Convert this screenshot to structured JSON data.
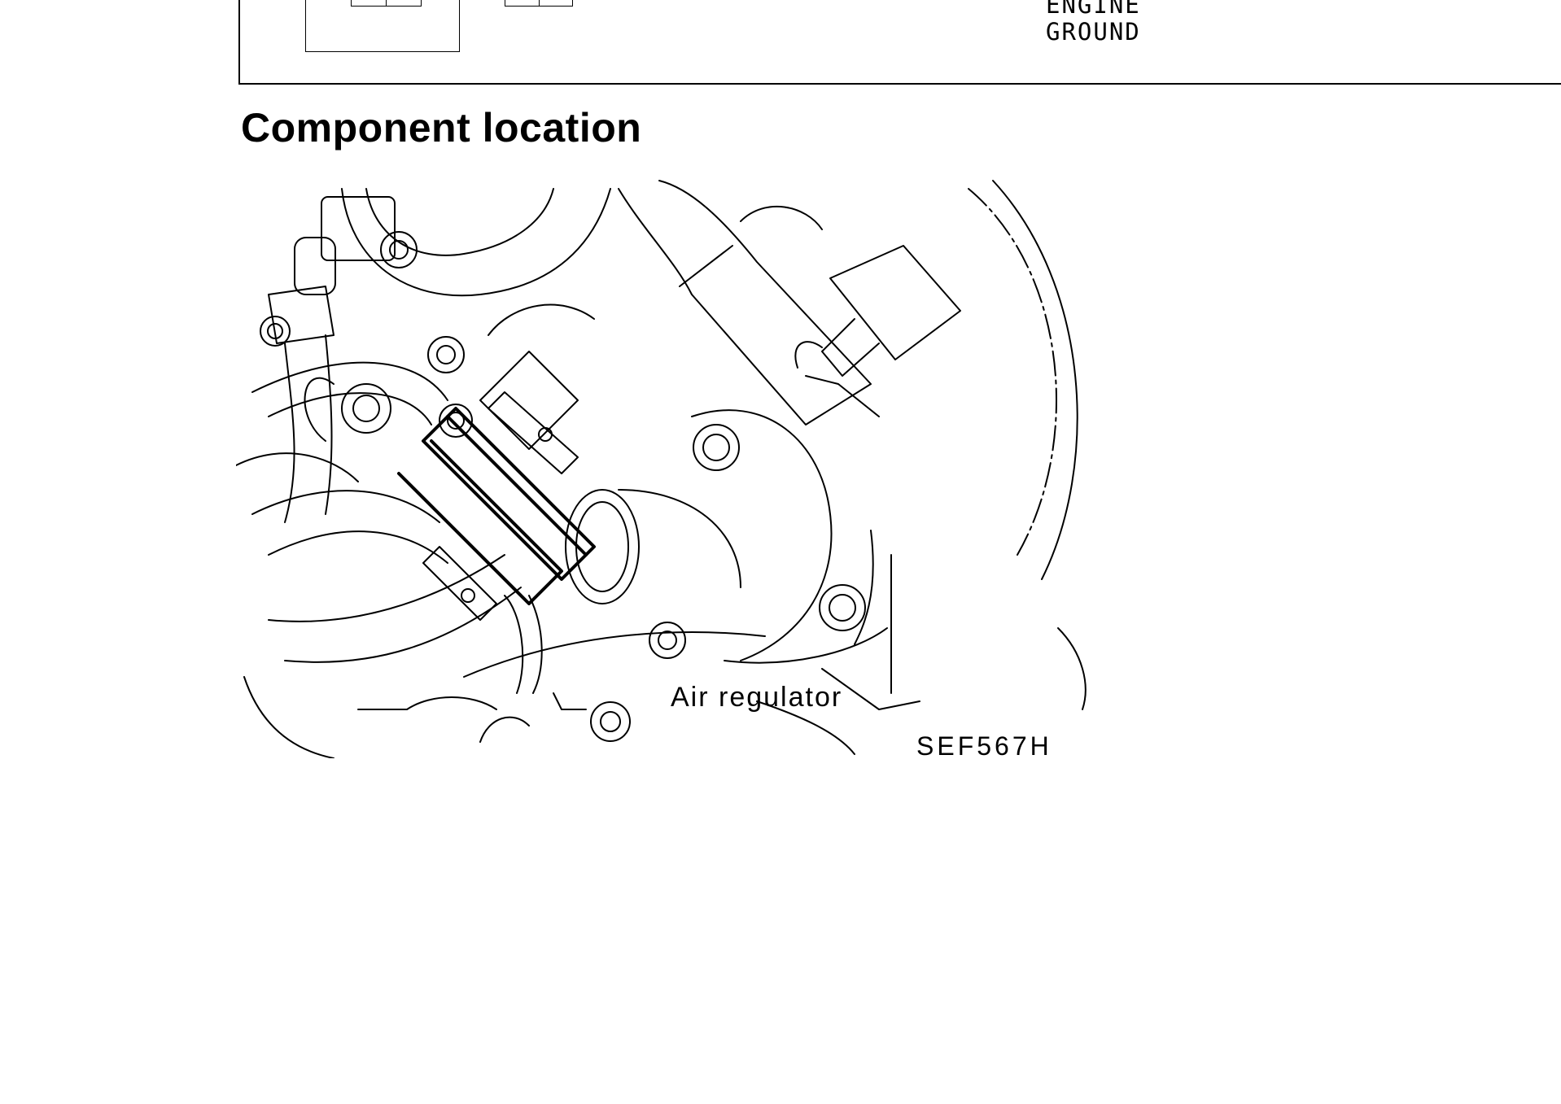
{
  "diagram_fragment": {
    "ground_label": "ENGINE\nGROUND"
  },
  "section": {
    "title": "Component location"
  },
  "illustration": {
    "callout": "Air regulator",
    "figure_code": "SEF567H"
  }
}
